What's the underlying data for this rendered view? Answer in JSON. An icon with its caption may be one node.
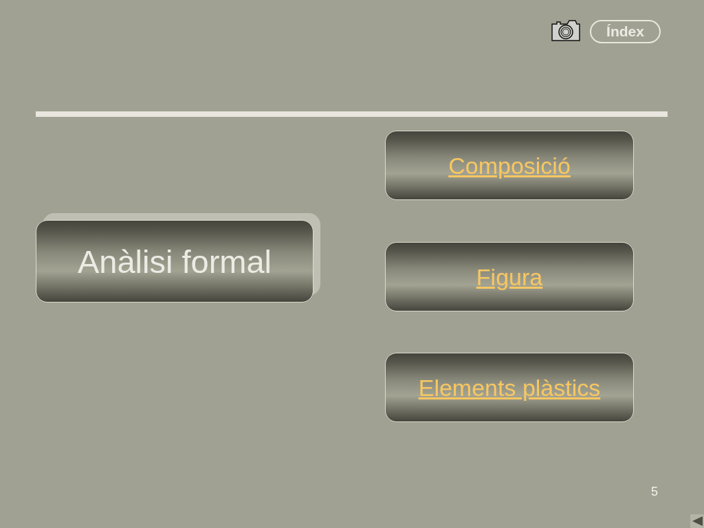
{
  "diagram": {
    "nodes": [
      {
        "text": [
          "Índex"
        ]
      },
      {
        "text": [
          "Anàlisi formal"
        ]
      },
      {
        "text": [
          "Composició"
        ]
      },
      {
        "text": [
          "Figura"
        ]
      },
      {
        "text": [
          "Elements plàstics"
        ]
      }
    ],
    "edges": [],
    "labels": [
      "5"
    ]
  }
}
